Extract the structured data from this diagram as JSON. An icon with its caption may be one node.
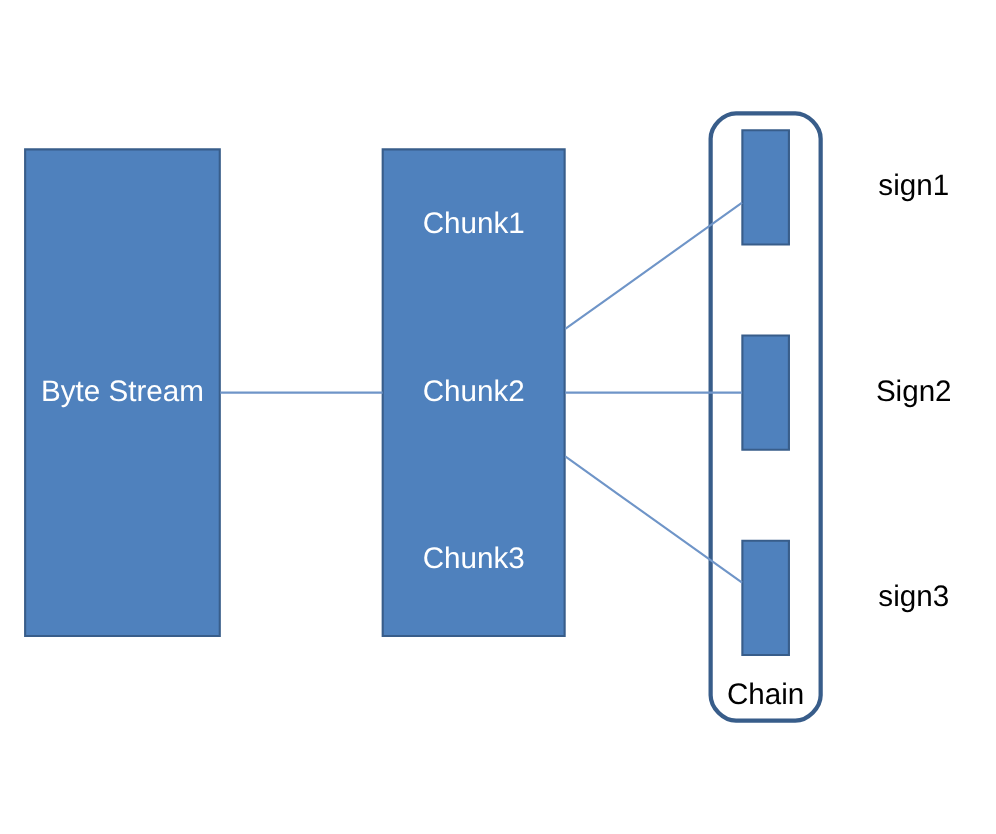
{
  "diagram": {
    "nodes": [
      {
        "text": [
          "Byte Stream"
        ]
      },
      {
        "text": [
          "Chunk1",
          "Chunk2",
          "Chunk3"
        ]
      },
      {
        "text": [
          "Chain"
        ]
      },
      {
        "text": [],
        "shape": "box",
        "in": 2,
        "beside": [
          "sign1"
        ]
      },
      {
        "text": [],
        "shape": "box",
        "in": 2,
        "beside": [
          "Sign2"
        ]
      },
      {
        "text": [],
        "shape": "box",
        "in": 2,
        "beside": [
          "sign3"
        ]
      }
    ],
    "edges": [
      {
        "from": 0,
        "to": 1,
        "arrow": "none"
      },
      {
        "from": 1,
        "to": 3,
        "arrow": "none"
      },
      {
        "from": 1,
        "to": 4,
        "arrow": "none"
      },
      {
        "from": 1,
        "to": 5,
        "arrow": "none"
      }
    ]
  }
}
